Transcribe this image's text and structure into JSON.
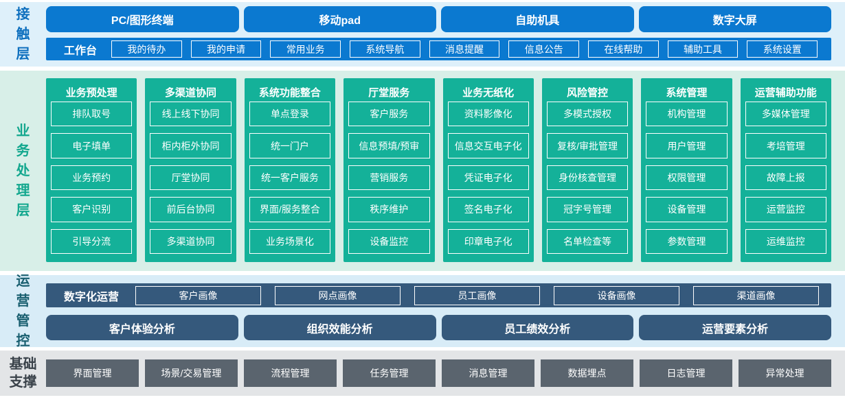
{
  "colors": {
    "channel_blue": "#0b79d0",
    "layer_green": "#14b199",
    "ops_slate": "#35597c",
    "foundation_gray": "#5a646e",
    "bg_contact": "#def0fa",
    "bg_business": "#d8efe8",
    "bg_ops": "#d8ecf7",
    "bg_foundation": "#e3e5e7",
    "label_blue": "#0d6fbe",
    "label_green": "#12a78e",
    "label_teal": "#195f70",
    "label_dark": "#3a424a"
  },
  "contact_layer": {
    "label": "接触层",
    "channels": [
      "PC/图形终端",
      "移动pad",
      "自助机具",
      "数字大屏"
    ],
    "workbench": {
      "label": "工作台",
      "items": [
        "我的待办",
        "我的申请",
        "常用业务",
        "系统导航",
        "消息提醒",
        "信息公告",
        "在线帮助",
        "辅助工具",
        "系统设置"
      ]
    }
  },
  "business_layer": {
    "label": "业务处理层",
    "columns": [
      {
        "title": "业务预处理",
        "items": [
          "排队取号",
          "电子填单",
          "业务预约",
          "客户识别",
          "引导分流"
        ]
      },
      {
        "title": "多渠道协同",
        "items": [
          "线上线下协同",
          "柜内柜外协同",
          "厅堂协同",
          "前后台协同",
          "多渠道协同"
        ]
      },
      {
        "title": "系统功能整合",
        "items": [
          "单点登录",
          "统一门户",
          "统一客户服务",
          "界面/服务整合",
          "业务场景化"
        ]
      },
      {
        "title": "厅堂服务",
        "items": [
          "客户服务",
          "信息预填/预审",
          "营销服务",
          "秩序维护",
          "设备监控"
        ]
      },
      {
        "title": "业务无纸化",
        "items": [
          "资料影像化",
          "信息交互电子化",
          "凭证电子化",
          "签名电子化",
          "印章电子化"
        ]
      },
      {
        "title": "风险管控",
        "items": [
          "多模式授权",
          "复核/审批管理",
          "身份核查管理",
          "冠字号管理",
          "名单检查等"
        ]
      },
      {
        "title": "系统管理",
        "items": [
          "机构管理",
          "用户管理",
          "权限管理",
          "设备管理",
          "参数管理"
        ]
      },
      {
        "title": "运营辅助功能",
        "items": [
          "多媒体管理",
          "考培管理",
          "故障上报",
          "运营监控",
          "运维监控"
        ]
      }
    ]
  },
  "operations_layer": {
    "label": "运营管控",
    "digital_ops": {
      "label": "数字化运营",
      "items": [
        "客户画像",
        "网点画像",
        "员工画像",
        "设备画像",
        "渠道画像"
      ]
    },
    "analysis": [
      "客户体验分析",
      "组织效能分析",
      "员工绩效分析",
      "运营要素分析"
    ]
  },
  "foundation_layer": {
    "label": "基础支撑",
    "items": [
      "界面管理",
      "场景/交易管理",
      "流程管理",
      "任务管理",
      "消息管理",
      "数据埋点",
      "日志管理",
      "异常处理"
    ]
  }
}
